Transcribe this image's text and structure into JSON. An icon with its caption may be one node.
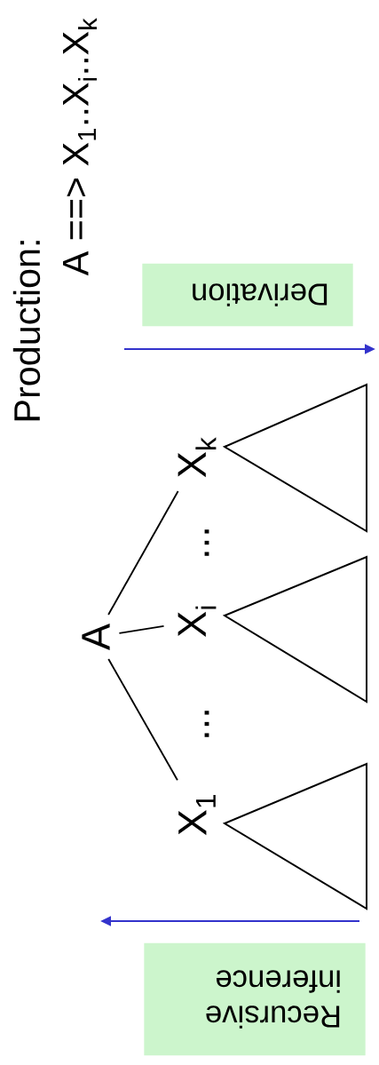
{
  "diagram": {
    "nodes": [
      {
        "text": [
          "Derivation"
        ]
      },
      {
        "text": [
          "A"
        ]
      },
      {
        "text": [
          "X$_{1}$"
        ]
      },
      {
        "text": [
          "X$_{i}$"
        ]
      },
      {
        "text": [
          "X$_{k}$"
        ]
      },
      {
        "text": [],
        "shape": "triangle"
      },
      {
        "text": [],
        "shape": "triangle"
      },
      {
        "text": [],
        "shape": "triangle"
      },
      {
        "text": [
          "Recursive inference"
        ]
      }
    ],
    "edges": [
      {
        "from": 1,
        "to": 2,
        "arrow": "none"
      },
      {
        "from": 1,
        "to": 3,
        "arrow": "none"
      },
      {
        "from": 1,
        "to": 4,
        "arrow": "none"
      }
    ],
    "labels": [
      "Production:",
      "A ==> X$_{1}$..X$_{i}$..X$_{k}$",
      "...",
      "..."
    ]
  }
}
